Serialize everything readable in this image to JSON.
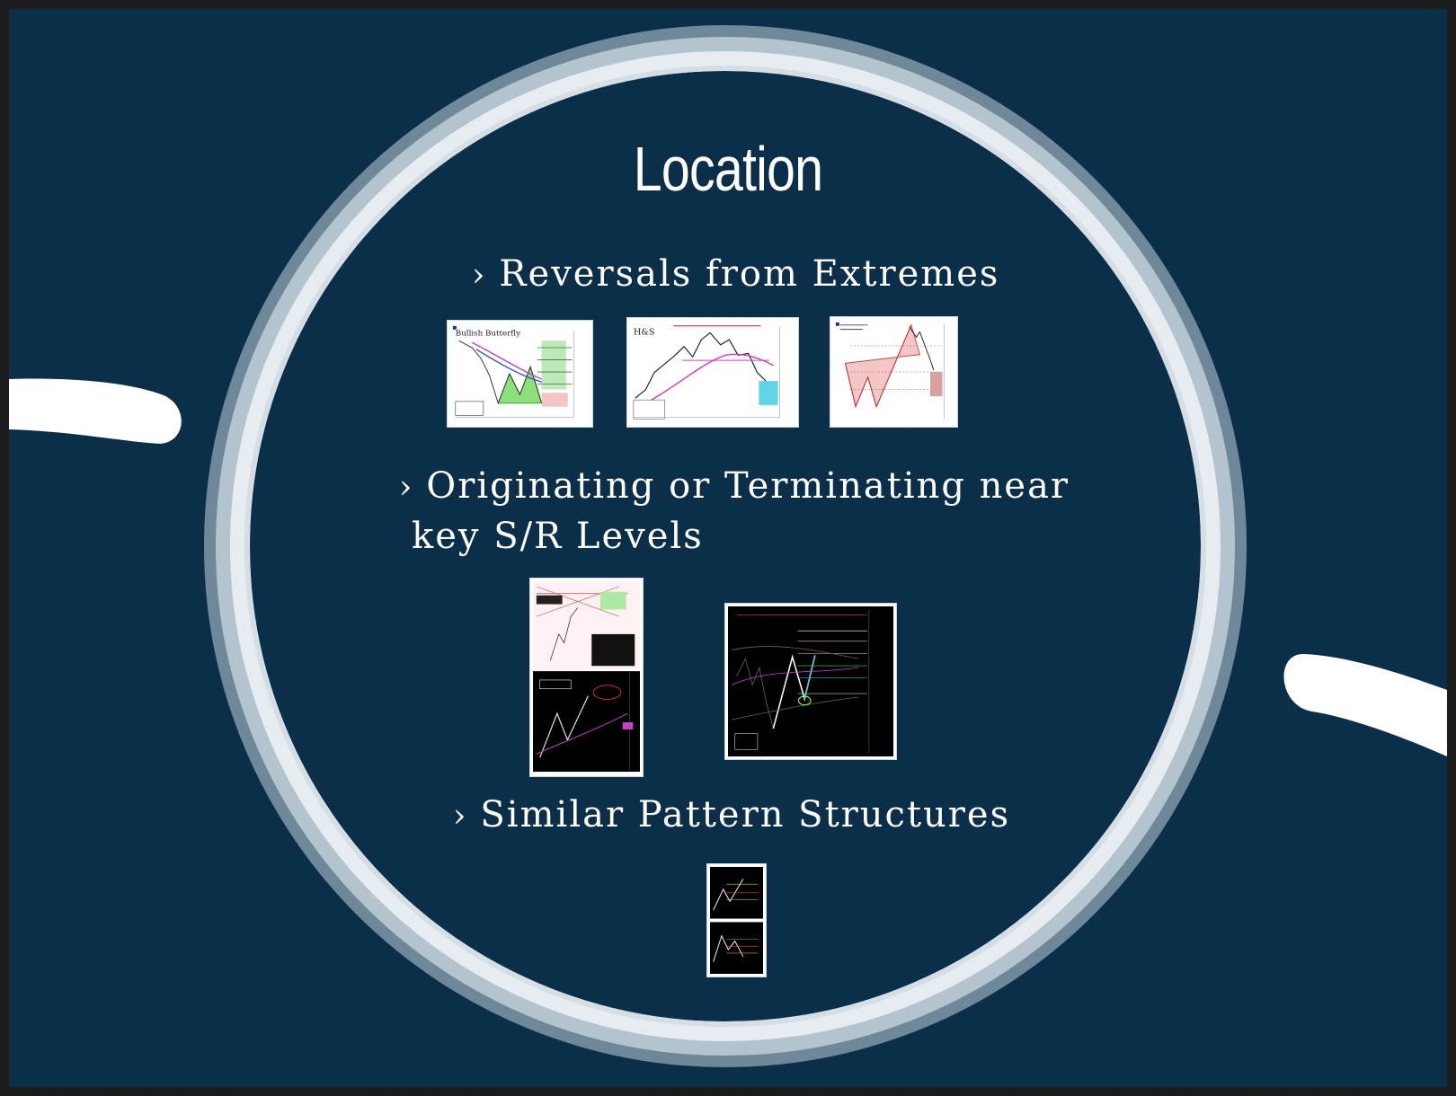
{
  "slide": {
    "title": "Location",
    "bullet_marker": "›",
    "bullets": [
      {
        "text": "Reversals from Extremes"
      },
      {
        "line1": "Originating or Terminating near",
        "line2": "key S/R Levels"
      },
      {
        "text": "Similar Pattern Structures"
      }
    ],
    "thumbnail_captions": {
      "butterfly": "Bullish Butterfly",
      "hs": "H&S"
    }
  },
  "colors": {
    "background": "#0b2f49",
    "ring_outer": "#6f8899",
    "ring_inner": "#e6ecf0",
    "text": "#ffffff"
  }
}
